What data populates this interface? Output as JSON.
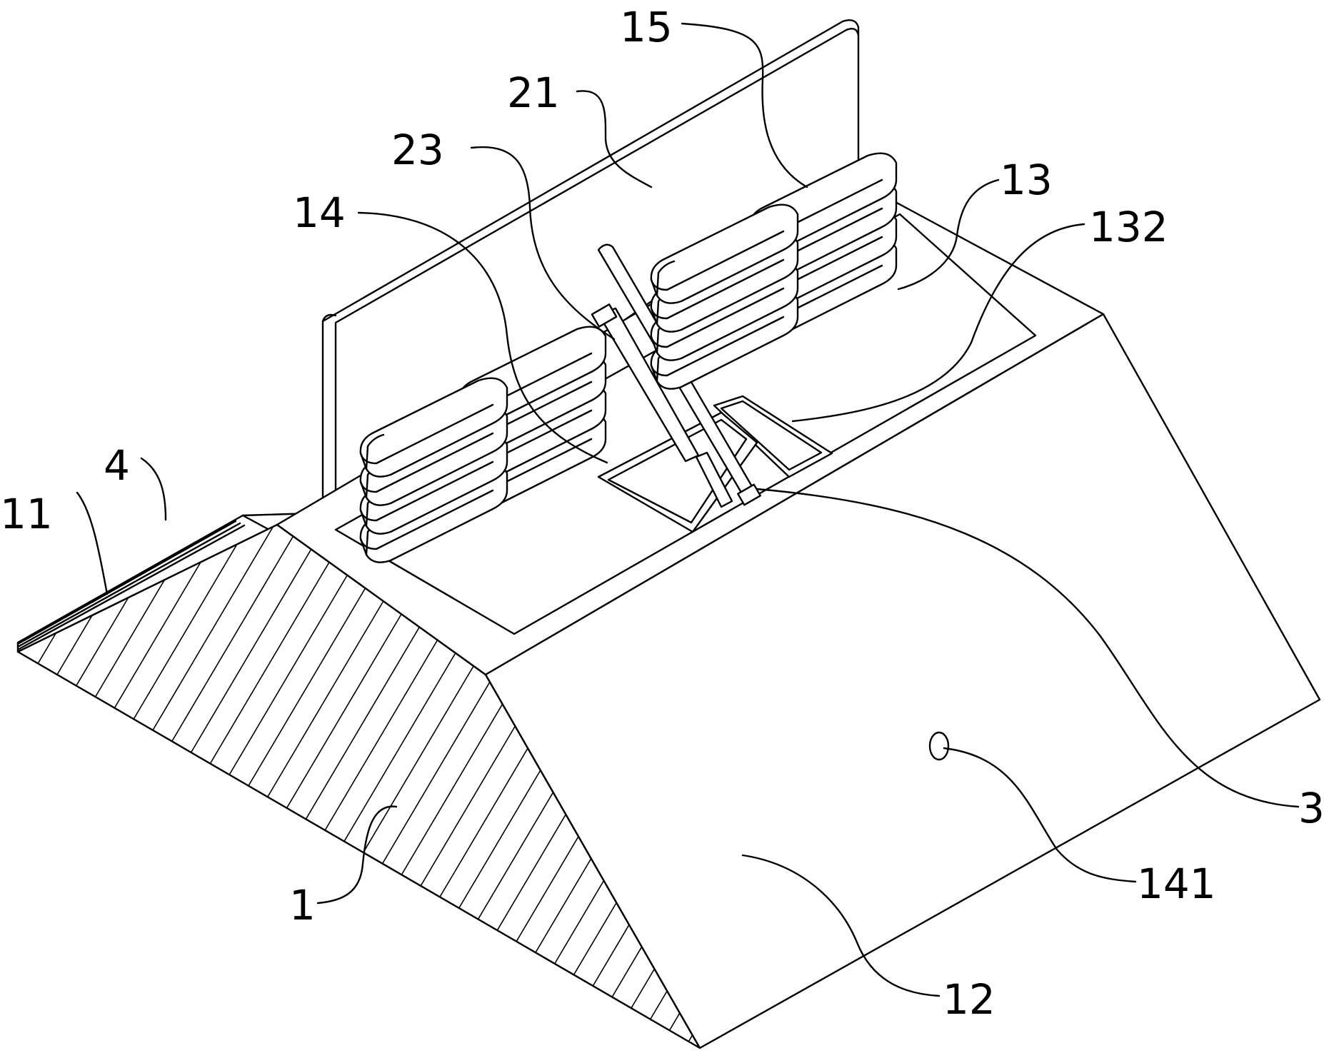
{
  "figure": {
    "labels": {
      "l15": "15",
      "l21": "21",
      "l23": "23",
      "l13": "13",
      "l14": "14",
      "l132": "132",
      "l4": "4",
      "l11": "11",
      "l3": "3",
      "l1": "1",
      "l141": "141",
      "l12": "12"
    },
    "colors": {
      "line": "#000000",
      "background": "#ffffff"
    }
  }
}
